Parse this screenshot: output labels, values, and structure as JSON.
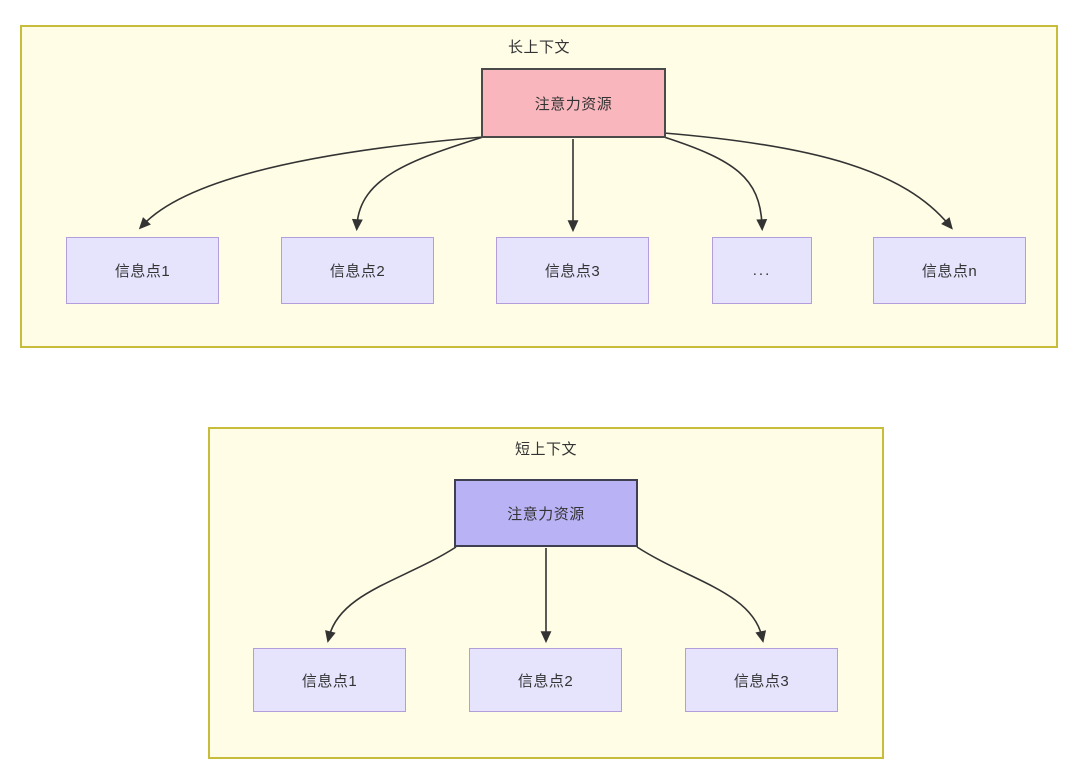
{
  "diagram": {
    "title_long": "长上下文",
    "title_short": "短上下文",
    "colors": {
      "panel_fill": "#fffde6",
      "panel_border": "#c8bc3b",
      "root_long_fill": "#f9b7bd",
      "root_long_border": "#4a4a4a",
      "root_short_fill": "#b9b3f5",
      "root_short_border": "#3f3f52",
      "leaf_fill": "#e6e3fd",
      "leaf_border": "#b39ddb",
      "edge_stroke": "#333333",
      "text": "#333333"
    }
  },
  "long_context": {
    "title": "长上下文",
    "root": {
      "label": "注意力资源"
    },
    "leaves": [
      {
        "label": "信息点1"
      },
      {
        "label": "信息点2"
      },
      {
        "label": "信息点3"
      },
      {
        "label": "..."
      },
      {
        "label": "信息点n"
      }
    ]
  },
  "short_context": {
    "title": "短上下文",
    "root": {
      "label": "注意力资源"
    },
    "leaves": [
      {
        "label": "信息点1"
      },
      {
        "label": "信息点2"
      },
      {
        "label": "信息点3"
      }
    ]
  }
}
